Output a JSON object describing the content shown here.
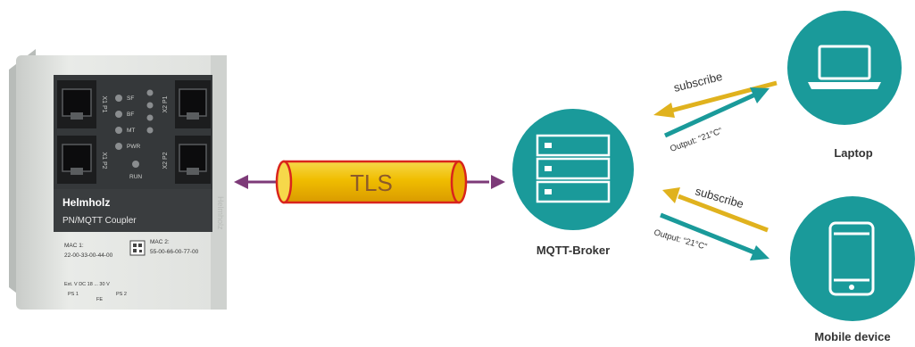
{
  "device": {
    "brand": "Helmholz",
    "model": "PN/MQTT Coupler",
    "mac1_label": "MAC 1:",
    "mac1_value": "22-00-33-00-44-00",
    "mac2_label": "MAC 2:",
    "mac2_value": "55-00-66-00-77-00",
    "power_text": "Ext. V DC 18 ... 30 V",
    "ps1": "PS 1",
    "fe": "FE",
    "ps2": "PS 2",
    "port_labels": [
      "X1 P1",
      "X1 P2",
      "X2 P1",
      "X2 P2"
    ],
    "led_labels": [
      "SF",
      "BF",
      "MT",
      "PWR",
      "RUN"
    ],
    "side_brand": "Helmholz"
  },
  "tunnel": {
    "label": "TLS"
  },
  "broker": {
    "label": "MQTT-Broker"
  },
  "clients": [
    {
      "label": "Laptop",
      "subscribe": "subscribe",
      "output": "Output: “21°C”"
    },
    {
      "label": "Mobile device",
      "subscribe": "subscribe",
      "output": "Output: “21°C”"
    }
  ],
  "colors": {
    "teal": "#1a9a9a",
    "gold": "#e0b21e",
    "tls_fill": "#f2c200",
    "tls_border": "#d9241c",
    "link_arrow": "#7d3a78",
    "device_body": "#e3e5e2",
    "device_panel": "#35383a"
  }
}
